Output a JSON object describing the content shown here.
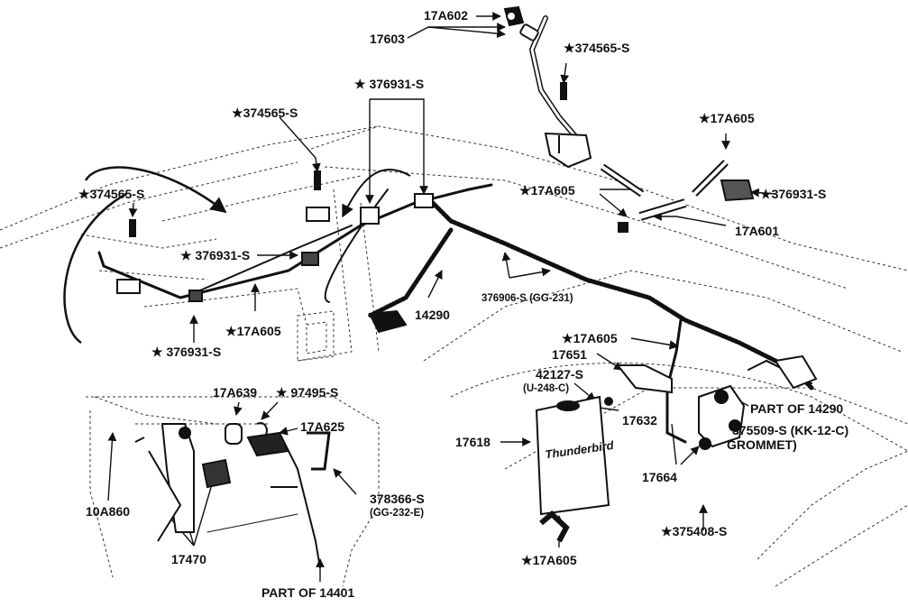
{
  "diagram": {
    "callouts": {
      "p17a602": "17A602",
      "p17603": "17603",
      "p374565_top": "374565-S",
      "p376931_top": "376931-S",
      "p374565_mid": "374565-S",
      "p17a605_tr": "17A605",
      "p374565_left": "374565-S",
      "p17a605_mid": "17A605",
      "p376931_right": "376931-S",
      "p17a601": "17A601",
      "p376931_mid": "376931-S",
      "p14290": "14290",
      "p376906": "376906-S (GG-231)",
      "p17a605_left": "17A605",
      "p376931_low": "376931-S",
      "p17a605_right": "17A605",
      "p17651": "17651",
      "p42127": "42127-S",
      "p42127_sub": "(U-248-C)",
      "p17632": "17632",
      "p_part14290": "PART OF 14290",
      "p375509": "375509-S (KK-12-C)",
      "p_grommet": "GROMMET)",
      "p17618": "17618",
      "p17664": "17664",
      "p375408": "375408-S",
      "p17a605_bot": "17A605",
      "p17a639": "17A639",
      "p97495": "97495-S",
      "p17a625": "17A625",
      "p378366": "378366-S",
      "p378366_sub": "(GG-232-E)",
      "p10a860": "10A860",
      "p17470": "17470",
      "p_part14401": "PART OF 14401",
      "reservoir_script": "Thunderbird"
    }
  }
}
